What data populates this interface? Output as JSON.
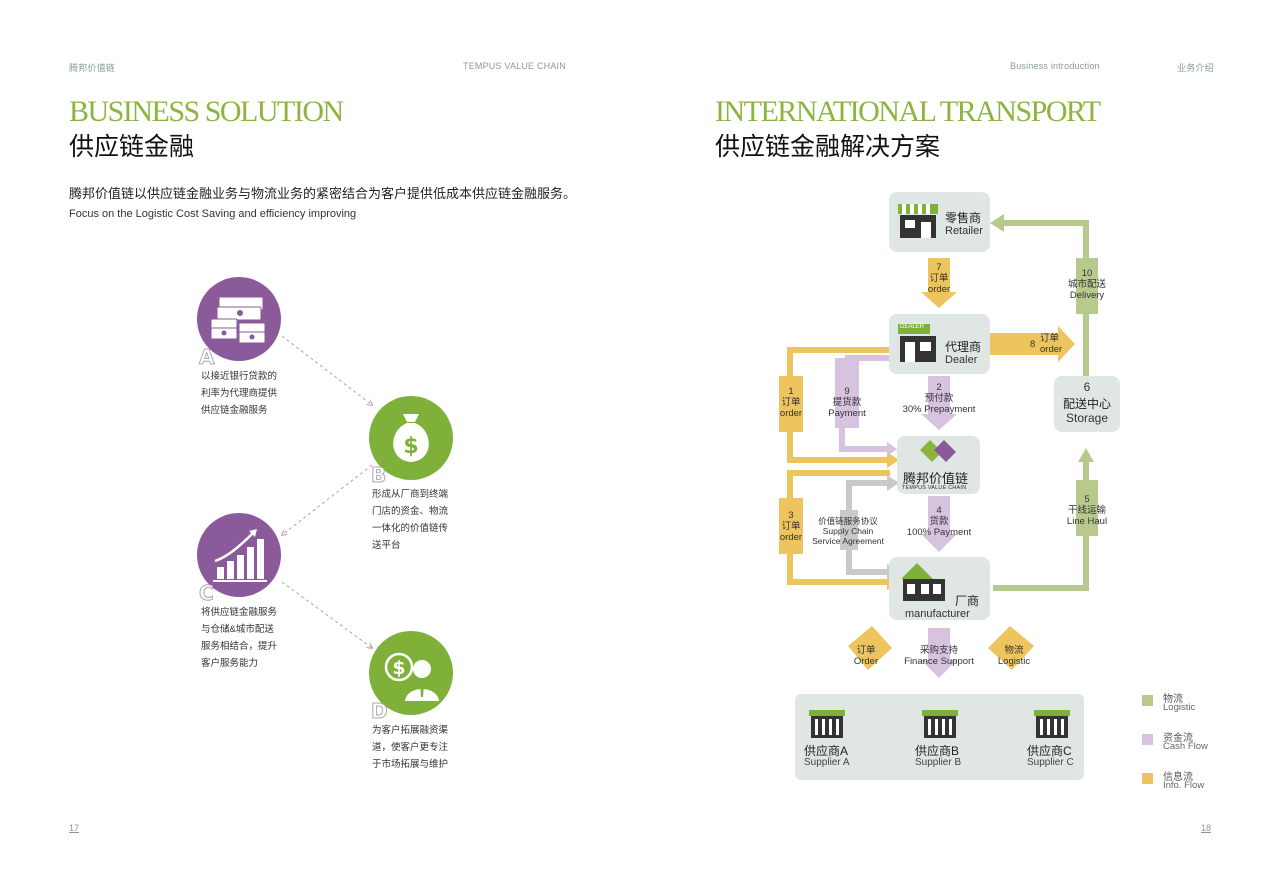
{
  "left_page": {
    "header_left": "腾邦价值链",
    "header_right": "TEMPUS VALUE CHAIN",
    "title_en": "BUSINESS SOLUTION",
    "title_cn": "供应链金融",
    "intro_cn": "腾邦价值链以供应链金融业务与物流业务的紧密结合为客户提供低成本供应链金融服务。",
    "intro_en": "Focus on the Logistic Cost Saving and efficiency improving",
    "features": [
      {
        "letter": "A",
        "icon": "money-stack-icon",
        "lines": [
          "以接近银行贷款的",
          "利率为代理商提供",
          "供应链金融服务"
        ]
      },
      {
        "letter": "B",
        "icon": "money-bag-icon",
        "lines": [
          "形成从厂商到终端",
          "门店的资金、物流",
          "一体化的价值链传",
          "送平台"
        ]
      },
      {
        "letter": "C",
        "icon": "bar-growth-icon",
        "lines": [
          "将供应链金融服务",
          "与仓储&城市配送",
          "服务相结合，提升",
          "客户服务能力"
        ]
      },
      {
        "letter": "D",
        "icon": "businessman-dollar-icon",
        "lines": [
          "为客户拓展融资渠",
          "道，使客户更专注",
          "于市场拓展与维护"
        ]
      }
    ],
    "page_number": "17"
  },
  "right_page": {
    "header_left": "Business introduction",
    "header_right": "业务介绍",
    "title_en": "INTERNATIONAL TRANSPORT",
    "title_cn": "供应链金融解决方案",
    "nodes": {
      "retailer": {
        "cn": "零售商",
        "en": "Retailer"
      },
      "dealer": {
        "cn": "代理商",
        "en": "Dealer",
        "badge": "DEALER"
      },
      "tempus": {
        "cn": "腾邦价值链",
        "en": "TEMPUS VALUE CHAIN"
      },
      "storage": {
        "num": "6",
        "cn": "配送中心",
        "en": "Storage"
      },
      "manufacturer": {
        "cn": "厂商",
        "en": "manufacturer"
      },
      "suppliers": [
        {
          "cn": "供应商A",
          "en": "Supplier A"
        },
        {
          "cn": "供应商B",
          "en": "Supplier B"
        },
        {
          "cn": "供应商C",
          "en": "Supplier C"
        }
      ]
    },
    "flows": {
      "f1": {
        "num": "1",
        "cn": "订单",
        "en": "order"
      },
      "f2": {
        "num": "2",
        "cn": "预付款",
        "en": "30% Prepayment"
      },
      "f3": {
        "num": "3",
        "cn": "订单",
        "en": "order"
      },
      "f4": {
        "num": "4",
        "cn": "货款",
        "en": "100% Payment"
      },
      "f5": {
        "num": "5",
        "cn": "干线运输",
        "en": "Line Haul"
      },
      "f7": {
        "num": "7",
        "cn": "订单",
        "en": "order"
      },
      "f8": {
        "num": "8",
        "cn": "订单",
        "en": "order"
      },
      "f9": {
        "num": "9",
        "cn": "提货款",
        "en": "Payment"
      },
      "f10": {
        "num": "10",
        "cn": "城市配送",
        "en": "Delivery"
      },
      "agreement": {
        "cn": "价值链服务协议",
        "en1": "Supply Chain",
        "en2": "Service Agreement"
      },
      "sup_order": {
        "cn": "订单",
        "en": "Order"
      },
      "sup_finance": {
        "cn": "采购支持",
        "en": "Finance Support"
      },
      "sup_logistic": {
        "cn": "物流",
        "en": "Logistic"
      }
    },
    "legend": [
      {
        "cn": "物流",
        "en": "Logistic",
        "color": "#b8c98e"
      },
      {
        "cn": "资金流",
        "en": "Cash Flow",
        "color": "#d7c3e0"
      },
      {
        "cn": "信息流",
        "en": "Info. Flow",
        "color": "#eec45e"
      }
    ],
    "colors": {
      "logistic": "#b8c98e",
      "cash": "#d7c3e0",
      "info": "#eec45e",
      "grey": "#c9c9c9",
      "node": "#dfe6e3",
      "accent": "#8cb43e"
    },
    "page_number": "18"
  }
}
